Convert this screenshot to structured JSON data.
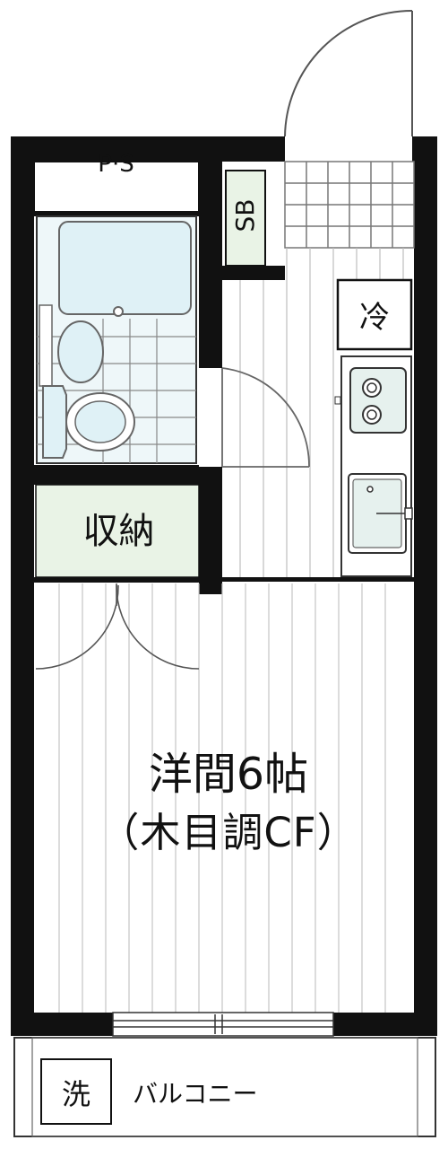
{
  "floor_plan": {
    "labels": {
      "pipe_space": "P·S",
      "switch_board": "SB",
      "refrigerator": "冷",
      "storage": "収納",
      "room_name": "洋間6帖",
      "floor_material": "（木目調CF）",
      "washer": "洗",
      "balcony": "バルコニー"
    },
    "colors": {
      "wall": "#111111",
      "floor_line": "#b9b9b9",
      "storage_fill": "#e9f3e6",
      "bath_fill": "#dff1f6",
      "fixture_stroke": "#666666"
    }
  }
}
